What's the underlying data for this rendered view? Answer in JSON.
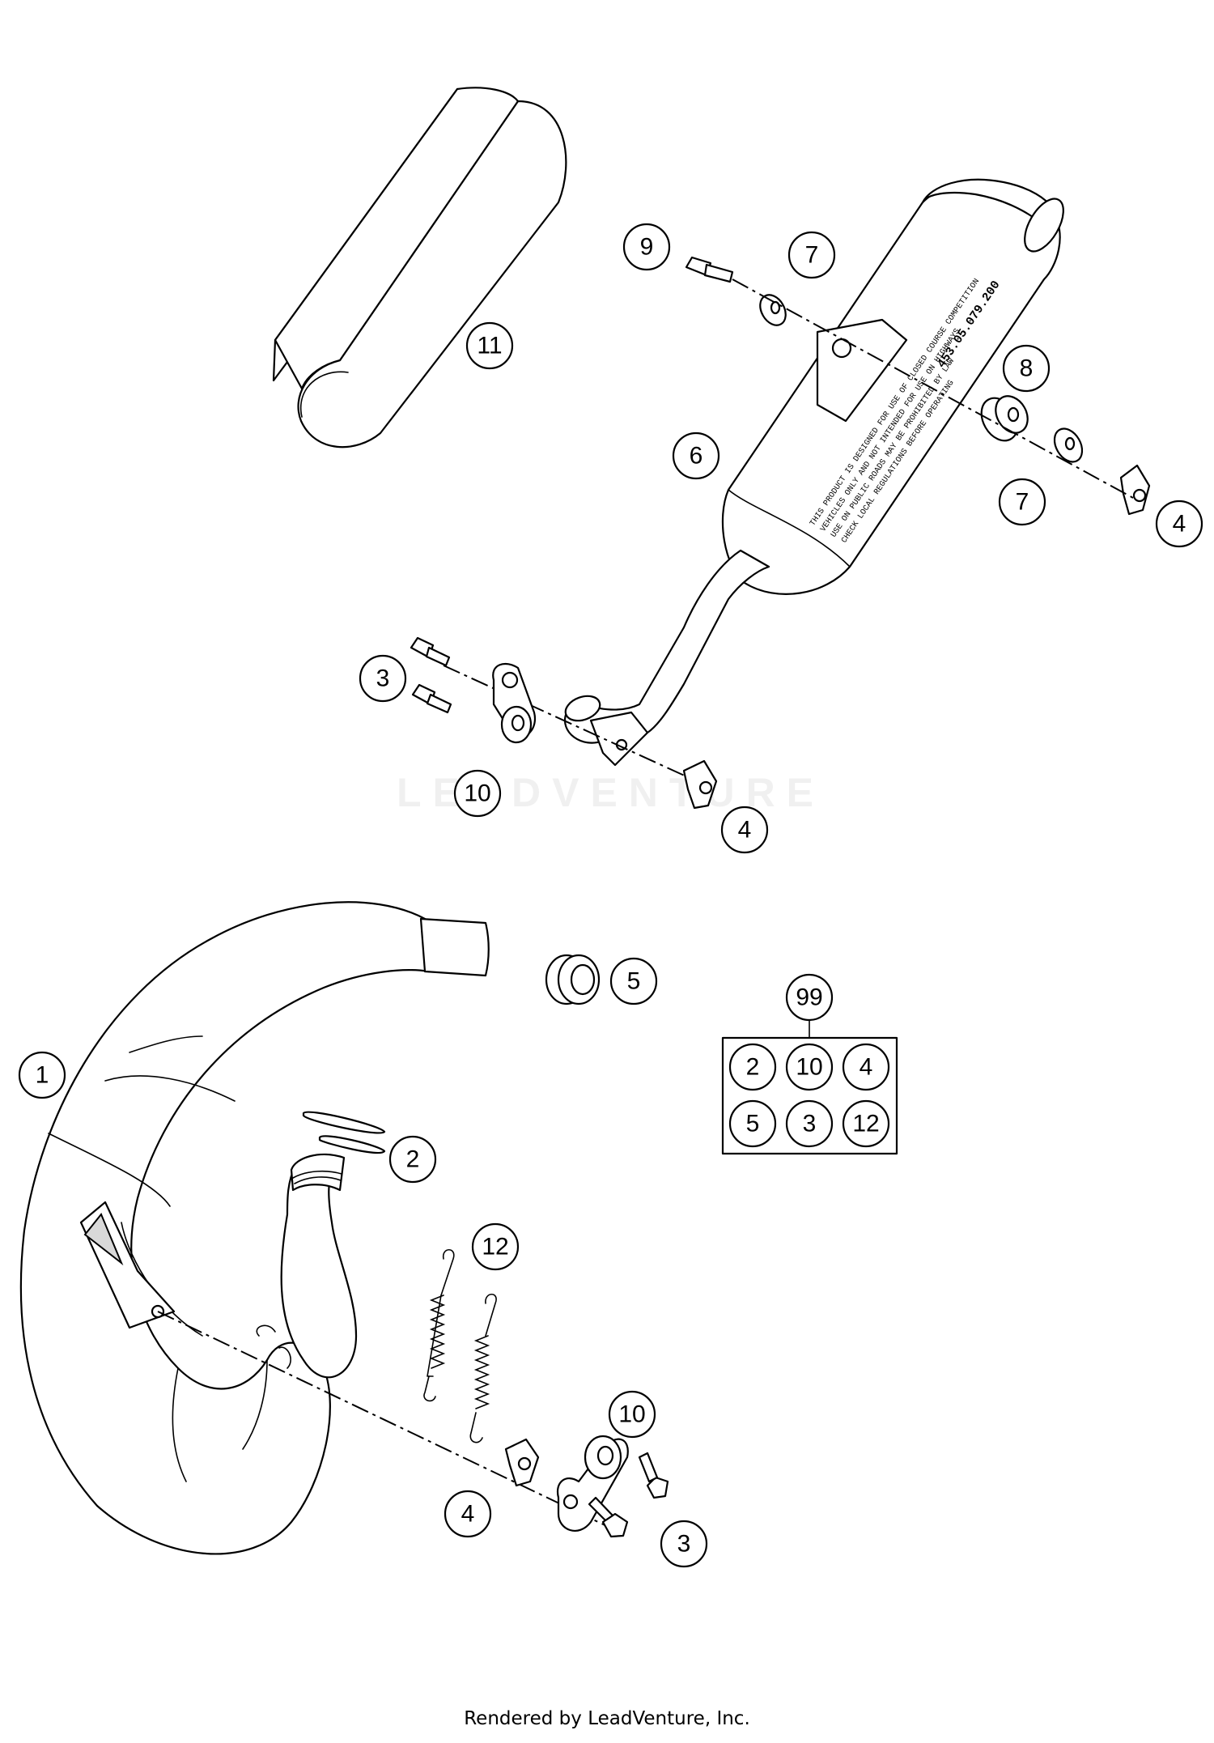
{
  "callouts": {
    "c1": "1",
    "c2": "2",
    "c3_top": "3",
    "c3_bottom": "3",
    "c4_upper": "4",
    "c4_middle": "4",
    "c4_lower": "4",
    "c5": "5",
    "c6": "6",
    "c7_top": "7",
    "c7_bottom": "7",
    "c8": "8",
    "c9": "9",
    "c10_top": "10",
    "c10_bottom": "10",
    "c11": "11",
    "c12": "12",
    "c99": "99"
  },
  "kit_box": {
    "title": "99",
    "items": [
      "2",
      "10",
      "4",
      "5",
      "3",
      "12"
    ]
  },
  "muffler_part_number": "453.05.079.200",
  "watermark": "LEADVENTURE",
  "footer": "Rendered by LeadVenture, Inc."
}
